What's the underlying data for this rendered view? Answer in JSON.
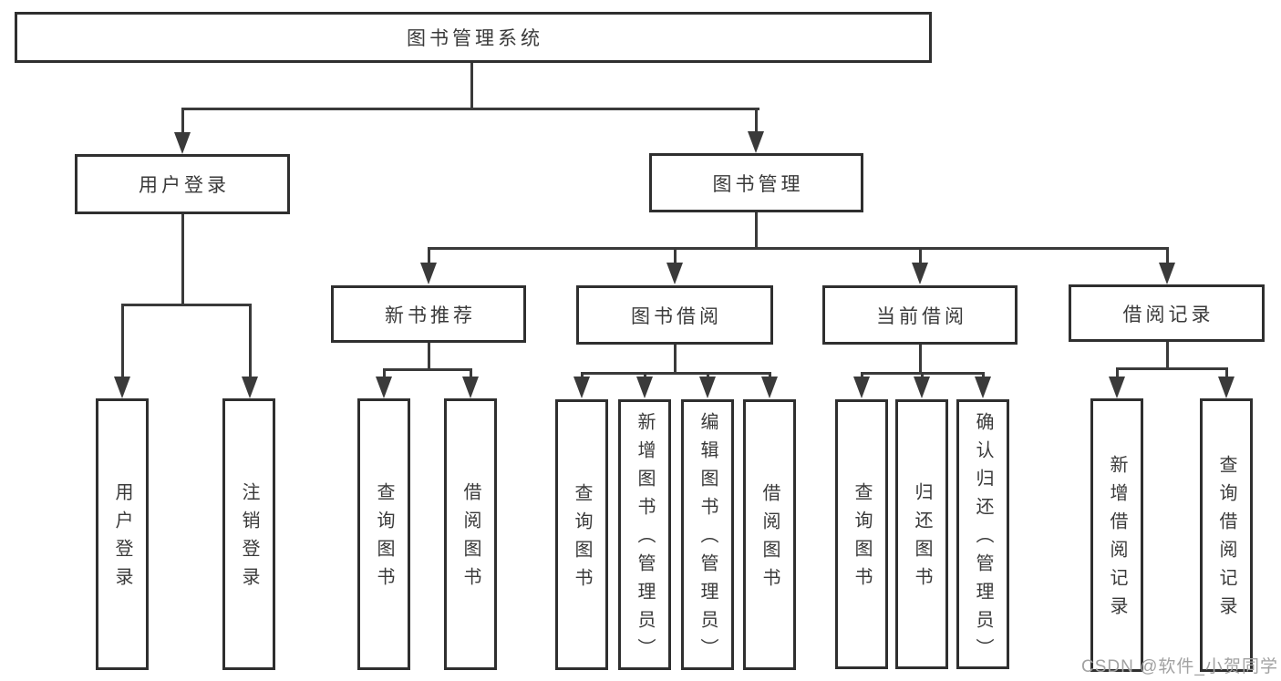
{
  "title": "图书管理系统",
  "watermark": {
    "text": "CSDN @软件_小贺同学"
  },
  "colors": {
    "background": "#ffffff",
    "box_border": "#2f2f2f",
    "line": "#3a3a3a",
    "text": "#3a3a3a",
    "watermark": "#a2a2a2"
  },
  "tree": {
    "label": "图书管理系统",
    "children": [
      {
        "label": "用户登录",
        "children": [
          {
            "label": "用户登录"
          },
          {
            "label": "注销登录"
          }
        ]
      },
      {
        "label": "图书管理",
        "children": [
          {
            "label": "新书推荐",
            "children": [
              {
                "label": "查询图书"
              },
              {
                "label": "借阅图书"
              }
            ]
          },
          {
            "label": "图书借阅",
            "children": [
              {
                "label": "查询图书"
              },
              {
                "label": "新增图书（管理员）"
              },
              {
                "label": "编辑图书（管理员）"
              },
              {
                "label": "借阅图书"
              }
            ]
          },
          {
            "label": "当前借阅",
            "children": [
              {
                "label": "查询图书"
              },
              {
                "label": "归还图书"
              },
              {
                "label": "确认归还（管理员）"
              }
            ]
          },
          {
            "label": "借阅记录",
            "children": [
              {
                "label": "新增借阅记录"
              },
              {
                "label": "查询借阅记录"
              }
            ]
          }
        ]
      }
    ]
  }
}
